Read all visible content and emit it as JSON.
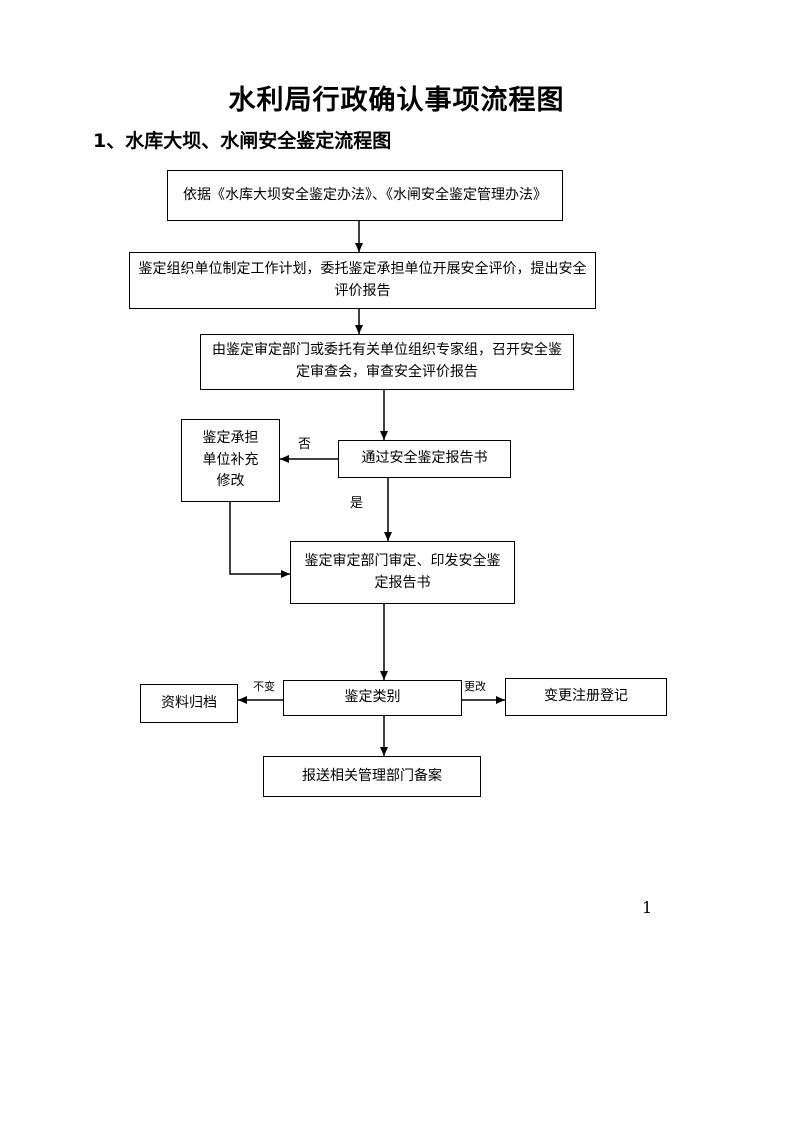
{
  "document": {
    "title": "水利局行政确认事项流程图",
    "section_title": "1、水库大坝、水闸安全鉴定流程图",
    "page_number": "1"
  },
  "flowchart": {
    "nodes": {
      "basis": "依据《水库大坝安全鉴定办法》、《水闸安全鉴定管理办法》",
      "plan": "鉴定组织单位制定工作计划，委托鉴定承担单位开展安全评价，提出安全评价报告",
      "review": "由鉴定审定部门或委托有关单位组织专家组，召开安全鉴定审查会，审查安全评价报告",
      "revise": "鉴定承担单位补充修改",
      "pass": "通过安全鉴定报告书",
      "approve": "鉴定审定部门审定、印发安全鉴定报告书",
      "category": "鉴定类别",
      "archive": "资料归档",
      "register": "变更注册登记",
      "report": "报送相关管理部门备案"
    },
    "edge_labels": {
      "no": "否",
      "yes": "是",
      "unchanged": "不变",
      "changed": "更改"
    }
  }
}
